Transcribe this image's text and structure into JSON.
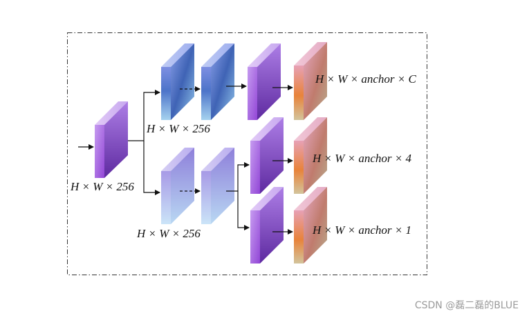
{
  "labels": {
    "input_dims": "H × W × 256",
    "upper_dims": "H × W × 256",
    "lower_dims": "H × W × 256",
    "out_cls": "H × W × anchor × C",
    "out_box": "H × W × anchor × 4",
    "out_obj": "H × W × anchor × 1"
  },
  "watermark": "CSDN @磊二磊的BLUE",
  "colors": {
    "frame": "#333333",
    "arrow": "#111111"
  }
}
